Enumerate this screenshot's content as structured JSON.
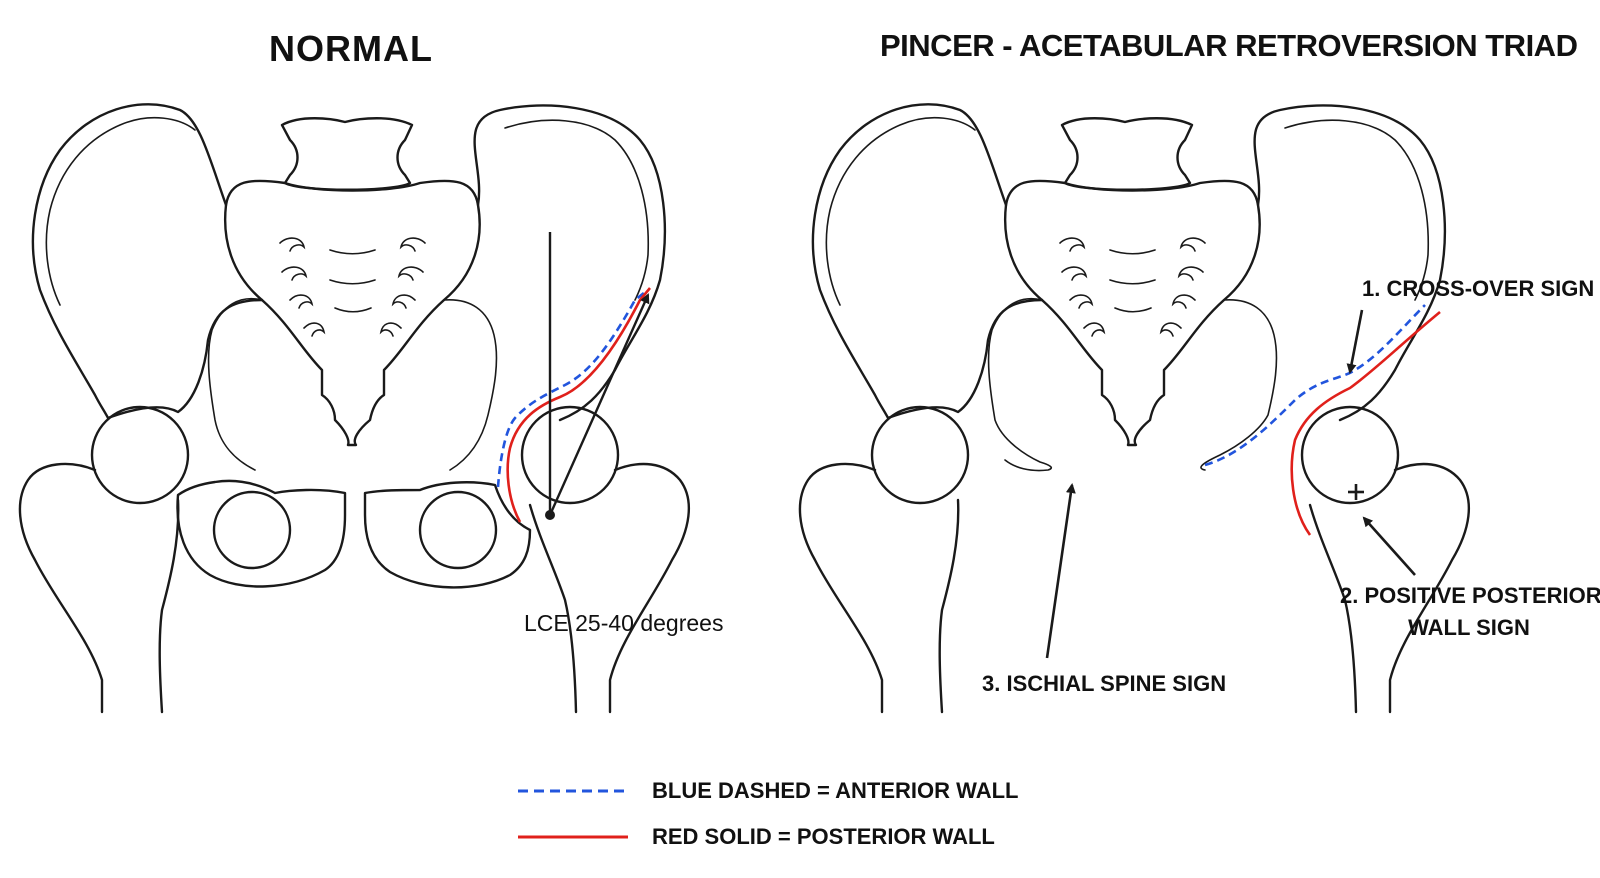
{
  "titles": {
    "left": "NORMAL",
    "right": "PINCER - ACETABULAR RETROVERSION TRIAD"
  },
  "annotations": {
    "lce": "LCE 25-40 degrees",
    "cross_over": "1. CROSS-OVER SIGN",
    "posterior_wall_line1": "2. POSITIVE POSTERIOR",
    "posterior_wall_line2": "WALL SIGN",
    "ischial_spine": "3. ISCHIAL SPINE SIGN"
  },
  "legend": {
    "anterior": "BLUE DASHED = ANTERIOR WALL",
    "posterior": "RED SOLID = POSTERIOR WALL"
  },
  "colors": {
    "anterior_wall": "#2255dd",
    "posterior_wall": "#e0201b",
    "line": "#1a1a1a"
  }
}
